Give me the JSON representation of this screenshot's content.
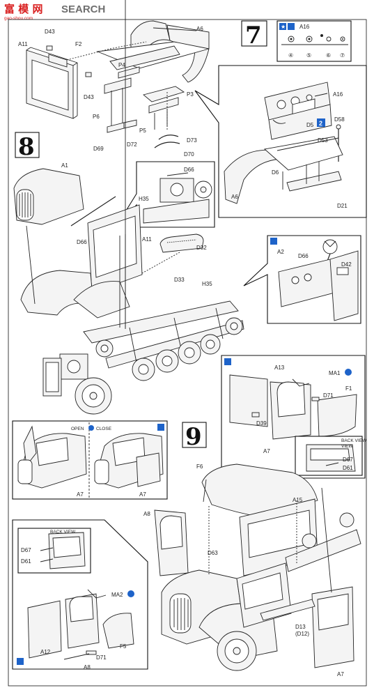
{
  "watermark": {
    "site_cn": "富 模 网",
    "site_en": "SEARCH",
    "url": "gao-shou.com"
  },
  "steps": {
    "step7": "7",
    "step8": "8",
    "step9": "9"
  },
  "paint_table": {
    "part": "A16",
    "columns": [
      "④",
      "⑤",
      "⑥",
      "⑦"
    ]
  },
  "insets": {
    "open_label": "OPEN",
    "close_label": "CLOSE",
    "back_view": "BACK VIEW",
    "back_view_top": "BACK VIEW"
  },
  "step7_labels": {
    "a16": "A16",
    "d5": "D5",
    "d5_count": "2",
    "d58": "D58",
    "d53": "D53",
    "d6": "D6",
    "a6": "A6",
    "d21": "D21"
  },
  "top_labels": {
    "a11": "A11",
    "d43": "D43",
    "f2": "F2",
    "a6": "A6",
    "p4": "P4",
    "d43b": "D43",
    "p6": "P6",
    "p3": "P3",
    "p5": "P5",
    "d69": "D69",
    "d72": "D72",
    "d73": "D73",
    "d70": "D70"
  },
  "step8_labels": {
    "a1": "A1",
    "d66": "D66",
    "h35": "H35",
    "d66b": "D66",
    "a11": "A11",
    "d32": "D32",
    "d33": "D33",
    "h35b": "H35",
    "a2": "A2",
    "d66c": "D66",
    "d42": "D42"
  },
  "door_labels": {
    "a13": "A13",
    "ma1": "MA1",
    "f1": "F1",
    "d71": "D71",
    "d39": "D39",
    "a7": "A7",
    "d67": "D67",
    "d61": "D61"
  },
  "step9_labels": {
    "a7_left": "A7",
    "a7_right": "A7",
    "f6": "F6",
    "a15": "A15",
    "a8": "A8",
    "d63": "D63",
    "d67": "D67",
    "d61": "D61",
    "ma2": "MA2",
    "f5": "F5",
    "a12": "A12",
    "d71": "D71",
    "a8b": "A8",
    "d13": "D13",
    "d12": "(D12)",
    "a7_bottom": "A7"
  },
  "colors": {
    "line": "#222222",
    "callout_blue": "#1e63c9",
    "watermark_red": "#d92020",
    "watermark_grey": "#6f6f6f"
  }
}
